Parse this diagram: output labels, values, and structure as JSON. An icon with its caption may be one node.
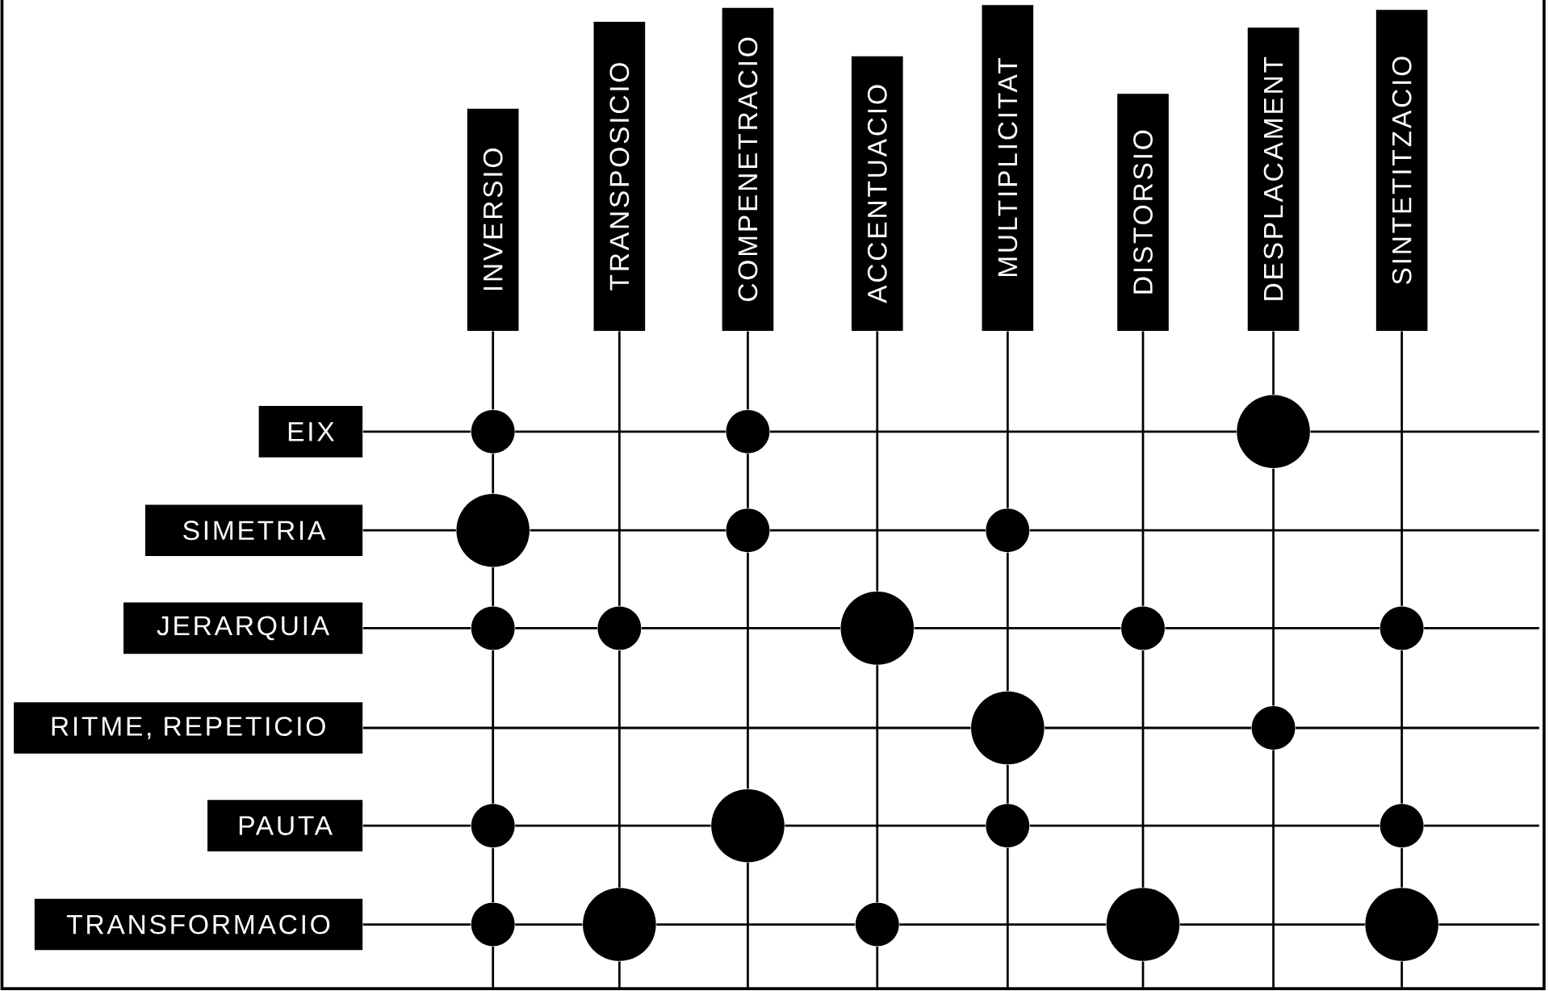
{
  "diagram": {
    "nodes": [
      {
        "text": [
          "INVERSIO"
        ]
      },
      {
        "text": [
          "TRANSPOSICIO"
        ]
      },
      {
        "text": [
          "COMPENETRACIO"
        ]
      },
      {
        "text": [
          "ACCENTUACIO"
        ]
      },
      {
        "text": [
          "MULTIPLICITAT"
        ]
      },
      {
        "text": [
          "DISTORSIO"
        ]
      },
      {
        "text": [
          "DESPLACAMENT"
        ]
      },
      {
        "text": [
          "SINTETITZACIO"
        ]
      },
      {
        "text": [
          "EIX"
        ]
      },
      {
        "text": [
          "SIMETRIA"
        ]
      },
      {
        "text": [
          "JERARQUIA"
        ]
      },
      {
        "text": [
          "RITME, REPETICIO"
        ]
      },
      {
        "text": [
          "PAUTA"
        ]
      },
      {
        "text": [
          "TRANSFORMACIO"
        ]
      },
      {
        "text": [],
        "shape": "circle"
      },
      {
        "text": [],
        "shape": "circle"
      },
      {
        "text": [],
        "shape": "circle"
      },
      {
        "text": [],
        "shape": "circle"
      },
      {
        "text": [],
        "shape": "circle"
      },
      {
        "text": [],
        "shape": "circle"
      },
      {
        "text": [],
        "shape": "circle"
      },
      {
        "text": [],
        "shape": "circle"
      },
      {
        "text": [],
        "shape": "circle"
      },
      {
        "text": [],
        "shape": "circle"
      },
      {
        "text": [],
        "shape": "circle"
      },
      {
        "text": [],
        "shape": "circle"
      },
      {
        "text": [],
        "shape": "circle"
      },
      {
        "text": [],
        "shape": "circle"
      },
      {
        "text": [],
        "shape": "circle"
      },
      {
        "text": [],
        "shape": "circle"
      },
      {
        "text": [],
        "shape": "circle"
      },
      {
        "text": [],
        "shape": "circle"
      },
      {
        "text": [],
        "shape": "circle"
      },
      {
        "text": [],
        "shape": "circle"
      },
      {
        "text": [],
        "shape": "circle"
      },
      {
        "text": [],
        "shape": "circle"
      }
    ],
    "edges": [
      {
        "from": 8,
        "to": 14,
        "arrow": "none"
      },
      {
        "from": 14,
        "to": 15,
        "arrow": "none"
      },
      {
        "from": 15,
        "to": 16,
        "arrow": "none"
      },
      {
        "from": 16,
        "to": null,
        "arrow": "none"
      },
      {
        "from": 9,
        "to": 17,
        "arrow": "none"
      },
      {
        "from": 17,
        "to": 18,
        "arrow": "none"
      },
      {
        "from": 18,
        "to": 19,
        "arrow": "none"
      },
      {
        "from": 19,
        "to": null,
        "arrow": "none"
      },
      {
        "from": 10,
        "to": 20,
        "arrow": "none"
      },
      {
        "from": 20,
        "to": 21,
        "arrow": "none"
      },
      {
        "from": 21,
        "to": 22,
        "arrow": "none"
      },
      {
        "from": 22,
        "to": 23,
        "arrow": "none"
      },
      {
        "from": 23,
        "to": 24,
        "arrow": "none"
      },
      {
        "from": 24,
        "to": null,
        "arrow": "none"
      },
      {
        "from": 11,
        "to": 25,
        "arrow": "none"
      },
      {
        "from": 25,
        "to": 26,
        "arrow": "none"
      },
      {
        "from": 26,
        "to": null,
        "arrow": "none"
      },
      {
        "from": 12,
        "to": 27,
        "arrow": "none"
      },
      {
        "from": 27,
        "to": 28,
        "arrow": "none"
      },
      {
        "from": 28,
        "to": 29,
        "arrow": "none"
      },
      {
        "from": 29,
        "to": 30,
        "arrow": "none"
      },
      {
        "from": 30,
        "to": null,
        "arrow": "none"
      },
      {
        "from": 13,
        "to": 31,
        "arrow": "none"
      },
      {
        "from": 31,
        "to": 32,
        "arrow": "none"
      },
      {
        "from": 32,
        "to": 33,
        "arrow": "none"
      },
      {
        "from": 33,
        "to": 34,
        "arrow": "none"
      },
      {
        "from": 34,
        "to": 35,
        "arrow": "none"
      },
      {
        "from": 35,
        "to": null,
        "arrow": "none"
      },
      {
        "from": 0,
        "to": 14,
        "arrow": "none"
      },
      {
        "from": 14,
        "to": 17,
        "arrow": "none"
      },
      {
        "from": 17,
        "to": 20,
        "arrow": "none"
      },
      {
        "from": 20,
        "to": 27,
        "arrow": "none"
      },
      {
        "from": 27,
        "to": 31,
        "arrow": "none"
      },
      {
        "from": 31,
        "to": null,
        "arrow": "none"
      },
      {
        "from": 1,
        "to": 21,
        "arrow": "none"
      },
      {
        "from": 21,
        "to": 32,
        "arrow": "none"
      },
      {
        "from": 32,
        "to": null,
        "arrow": "none"
      },
      {
        "from": 2,
        "to": 15,
        "arrow": "none"
      },
      {
        "from": 15,
        "to": 18,
        "arrow": "none"
      },
      {
        "from": 18,
        "to": 28,
        "arrow": "none"
      },
      {
        "from": 28,
        "to": null,
        "arrow": "none"
      },
      {
        "from": 3,
        "to": 22,
        "arrow": "none"
      },
      {
        "from": 22,
        "to": 33,
        "arrow": "none"
      },
      {
        "from": 33,
        "to": null,
        "arrow": "none"
      },
      {
        "from": 4,
        "to": 19,
        "arrow": "none"
      },
      {
        "from": 19,
        "to": 25,
        "arrow": "none"
      },
      {
        "from": 25,
        "to": 29,
        "arrow": "none"
      },
      {
        "from": 29,
        "to": null,
        "arrow": "none"
      },
      {
        "from": 5,
        "to": 23,
        "arrow": "none"
      },
      {
        "from": 23,
        "to": 34,
        "arrow": "none"
      },
      {
        "from": 34,
        "to": null,
        "arrow": "none"
      },
      {
        "from": 6,
        "to": 16,
        "arrow": "none"
      },
      {
        "from": 16,
        "to": 26,
        "arrow": "none"
      },
      {
        "from": 26,
        "to": null,
        "arrow": "none"
      },
      {
        "from": 7,
        "to": 24,
        "arrow": "none"
      },
      {
        "from": 24,
        "to": 30,
        "arrow": "none"
      },
      {
        "from": 30,
        "to": 35,
        "arrow": "none"
      },
      {
        "from": 35,
        "to": null,
        "arrow": "none"
      }
    ]
  }
}
